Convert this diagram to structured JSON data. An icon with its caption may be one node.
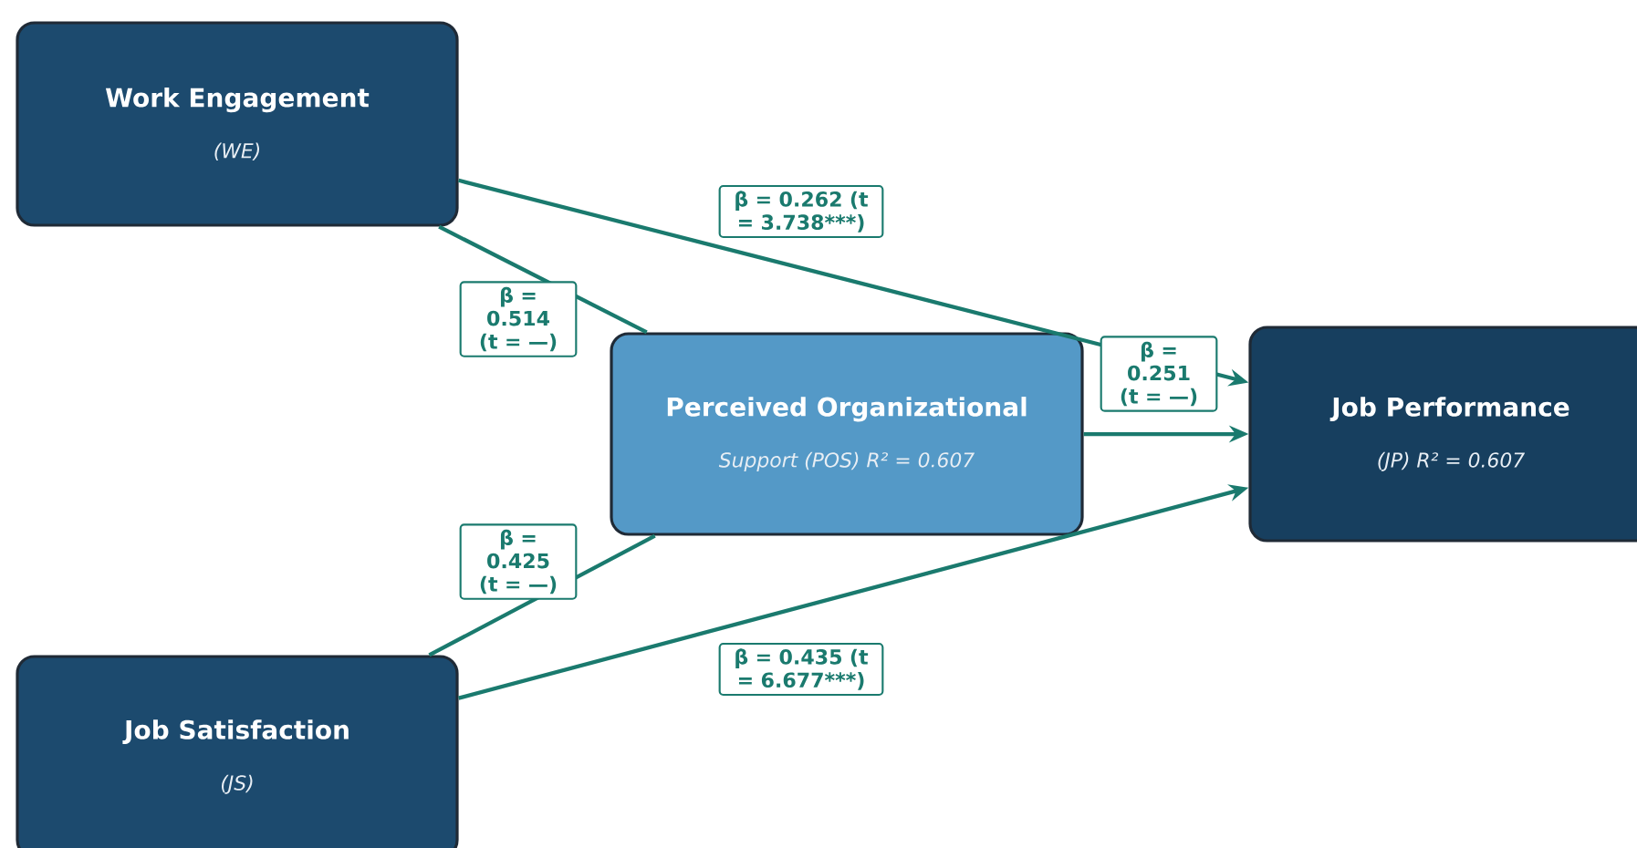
{
  "diagram": {
    "nodes": [
      {
        "text": [
          "Work Engagement",
          "(WE)"
        ]
      },
      {
        "text": [
          "Perceived Organizational",
          "Support (POS)  R² = 0.607"
        ]
      },
      {
        "text": [
          "Job Performance",
          "(JP)  R² = 0.607"
        ]
      },
      {
        "text": [
          "Job Satisfaction",
          "(JS)"
        ]
      }
    ],
    "edges": [
      {
        "from": 0,
        "to": 2,
        "arrow": "to",
        "label": "β = 0.262 (t = 3.738***)"
      },
      {
        "from": 0,
        "to": 1,
        "arrow": "none",
        "label": "β = 0.514 (t = —)"
      },
      {
        "from": 1,
        "to": 2,
        "arrow": "to",
        "label": "β = 0.251 (t = —)"
      },
      {
        "from": 3,
        "to": 1,
        "arrow": "none",
        "label": "β = 0.425 (t = —)"
      },
      {
        "from": 3,
        "to": 2,
        "arrow": "to",
        "label": "β = 0.435 (t = 6.677***)"
      }
    ]
  }
}
